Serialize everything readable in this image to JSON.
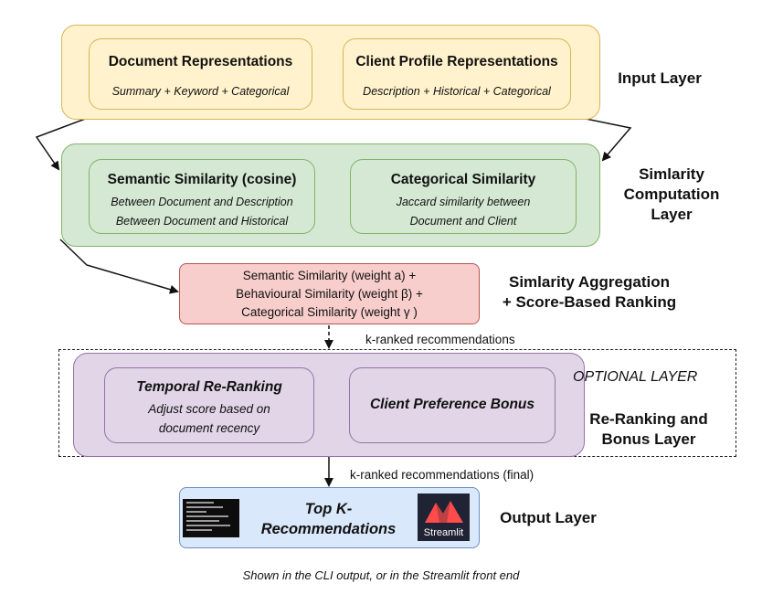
{
  "input_layer": {
    "label": "Input Layer",
    "doc": {
      "title": "Document Representations",
      "subtitle": "Summary + Keyword + Categorical"
    },
    "client": {
      "title": "Client Profile Representations",
      "subtitle": "Description + Historical + Categorical"
    }
  },
  "similarity_layer": {
    "label_1": "Simlarity",
    "label_2": "Computation",
    "label_3": "Layer",
    "semantic": {
      "title": "Semantic Similarity (cosine)",
      "line1": "Between Document and Description",
      "line2": "Between Document and Historical"
    },
    "categorical": {
      "title": "Categorical Similarity",
      "line1": "Jaccard similarity between",
      "line2": "Document and Client"
    }
  },
  "aggregation": {
    "label_1": "Simlarity Aggregation",
    "label_2": "+ Score-Based Ranking",
    "line1": "Semantic Similarity (weight a) +",
    "line2": "Behavioural Similarity (weight β) +",
    "line3": "Categorical Similarity (weight γ )"
  },
  "edge_label_1": "k-ranked recommendations",
  "reranking_layer": {
    "optional": "OPTIONAL LAYER",
    "label_1": "Re-Ranking and",
    "label_2": "Bonus Layer",
    "temporal": {
      "title": "Temporal Re-Ranking",
      "line1": "Adjust score based on",
      "line2": "document recency"
    },
    "preference": {
      "title": "Client Preference Bonus"
    }
  },
  "edge_label_2": "k-ranked recommendations (final)",
  "output_layer": {
    "label": "Output Layer",
    "line1": "Top K-",
    "line2": "Recommendations",
    "logo_text": "Streamlit"
  },
  "caption": "Shown in the CLI output, or in the Streamlit front end"
}
